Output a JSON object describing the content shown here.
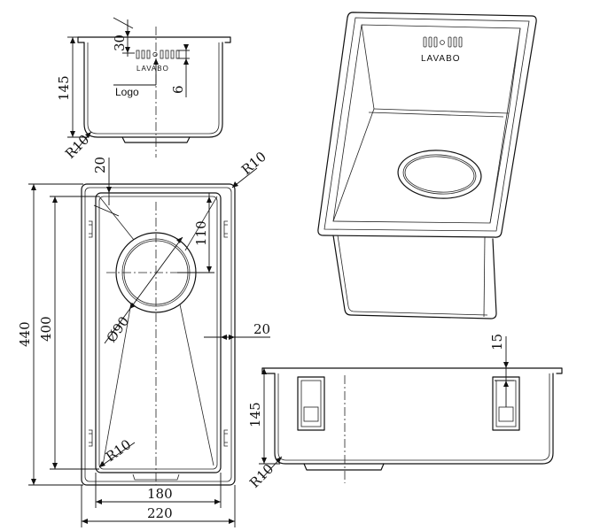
{
  "dimensions": {
    "top_logo_offset": "30",
    "top_depth": "145",
    "top_logo_height": "6",
    "top_radius": "R10",
    "plan_corner_top": "20",
    "plan_outer_radius": "R10",
    "plan_drain_offset": "110",
    "plan_outer_length": "440",
    "plan_inner_length": "400",
    "plan_drain_diameter": "Ø90",
    "plan_side_margin": "20",
    "plan_inner_radius": "R10",
    "plan_inner_width": "180",
    "plan_outer_width": "220",
    "side_flange": "15",
    "side_depth": "145",
    "side_radius": "R10"
  },
  "labels": {
    "logo_callout": "Logo",
    "brand_name": "LAVABO"
  }
}
